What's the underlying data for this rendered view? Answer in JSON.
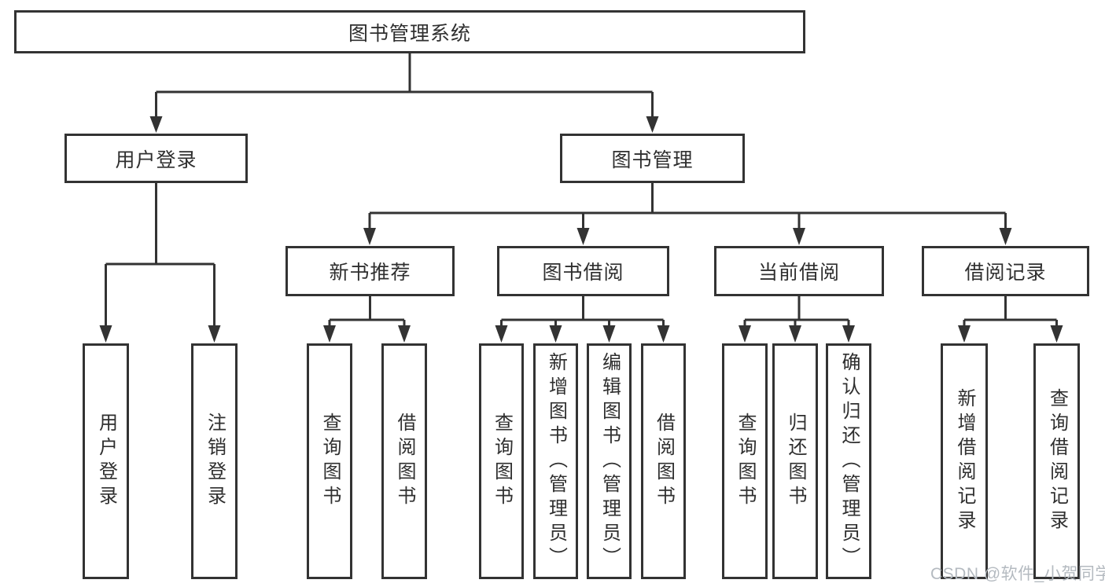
{
  "diagram_type": "hierarchy-tree",
  "tree": {
    "root": {
      "label": "图书管理系统"
    },
    "branches": [
      {
        "label": "用户登录",
        "children": [
          {
            "label": "用户登录"
          },
          {
            "label": "注销登录"
          }
        ]
      },
      {
        "label": "图书管理",
        "children": [
          {
            "label": "新书推荐",
            "children": [
              {
                "label": "查询图书"
              },
              {
                "label": "借阅图书"
              }
            ]
          },
          {
            "label": "图书借阅",
            "children": [
              {
                "label": "查询图书"
              },
              {
                "label": "新增图书（管理员）"
              },
              {
                "label": "编辑图书（管理员）"
              },
              {
                "label": "借阅图书"
              }
            ]
          },
          {
            "label": "当前借阅",
            "children": [
              {
                "label": "查询图书"
              },
              {
                "label": "归还图书"
              },
              {
                "label": "确认归还（管理员）"
              }
            ]
          },
          {
            "label": "借阅记录",
            "children": [
              {
                "label": "新增借阅记录"
              },
              {
                "label": "查询借阅记录"
              }
            ]
          }
        ]
      }
    ]
  },
  "watermark": {
    "text": "CSDN @软件_小贺同学"
  },
  "colors": {
    "line": "#333333",
    "text": "#2f2f2f",
    "box_fill": "#ffffff",
    "background": "#ffffff",
    "watermark": "#b4bac0"
  }
}
